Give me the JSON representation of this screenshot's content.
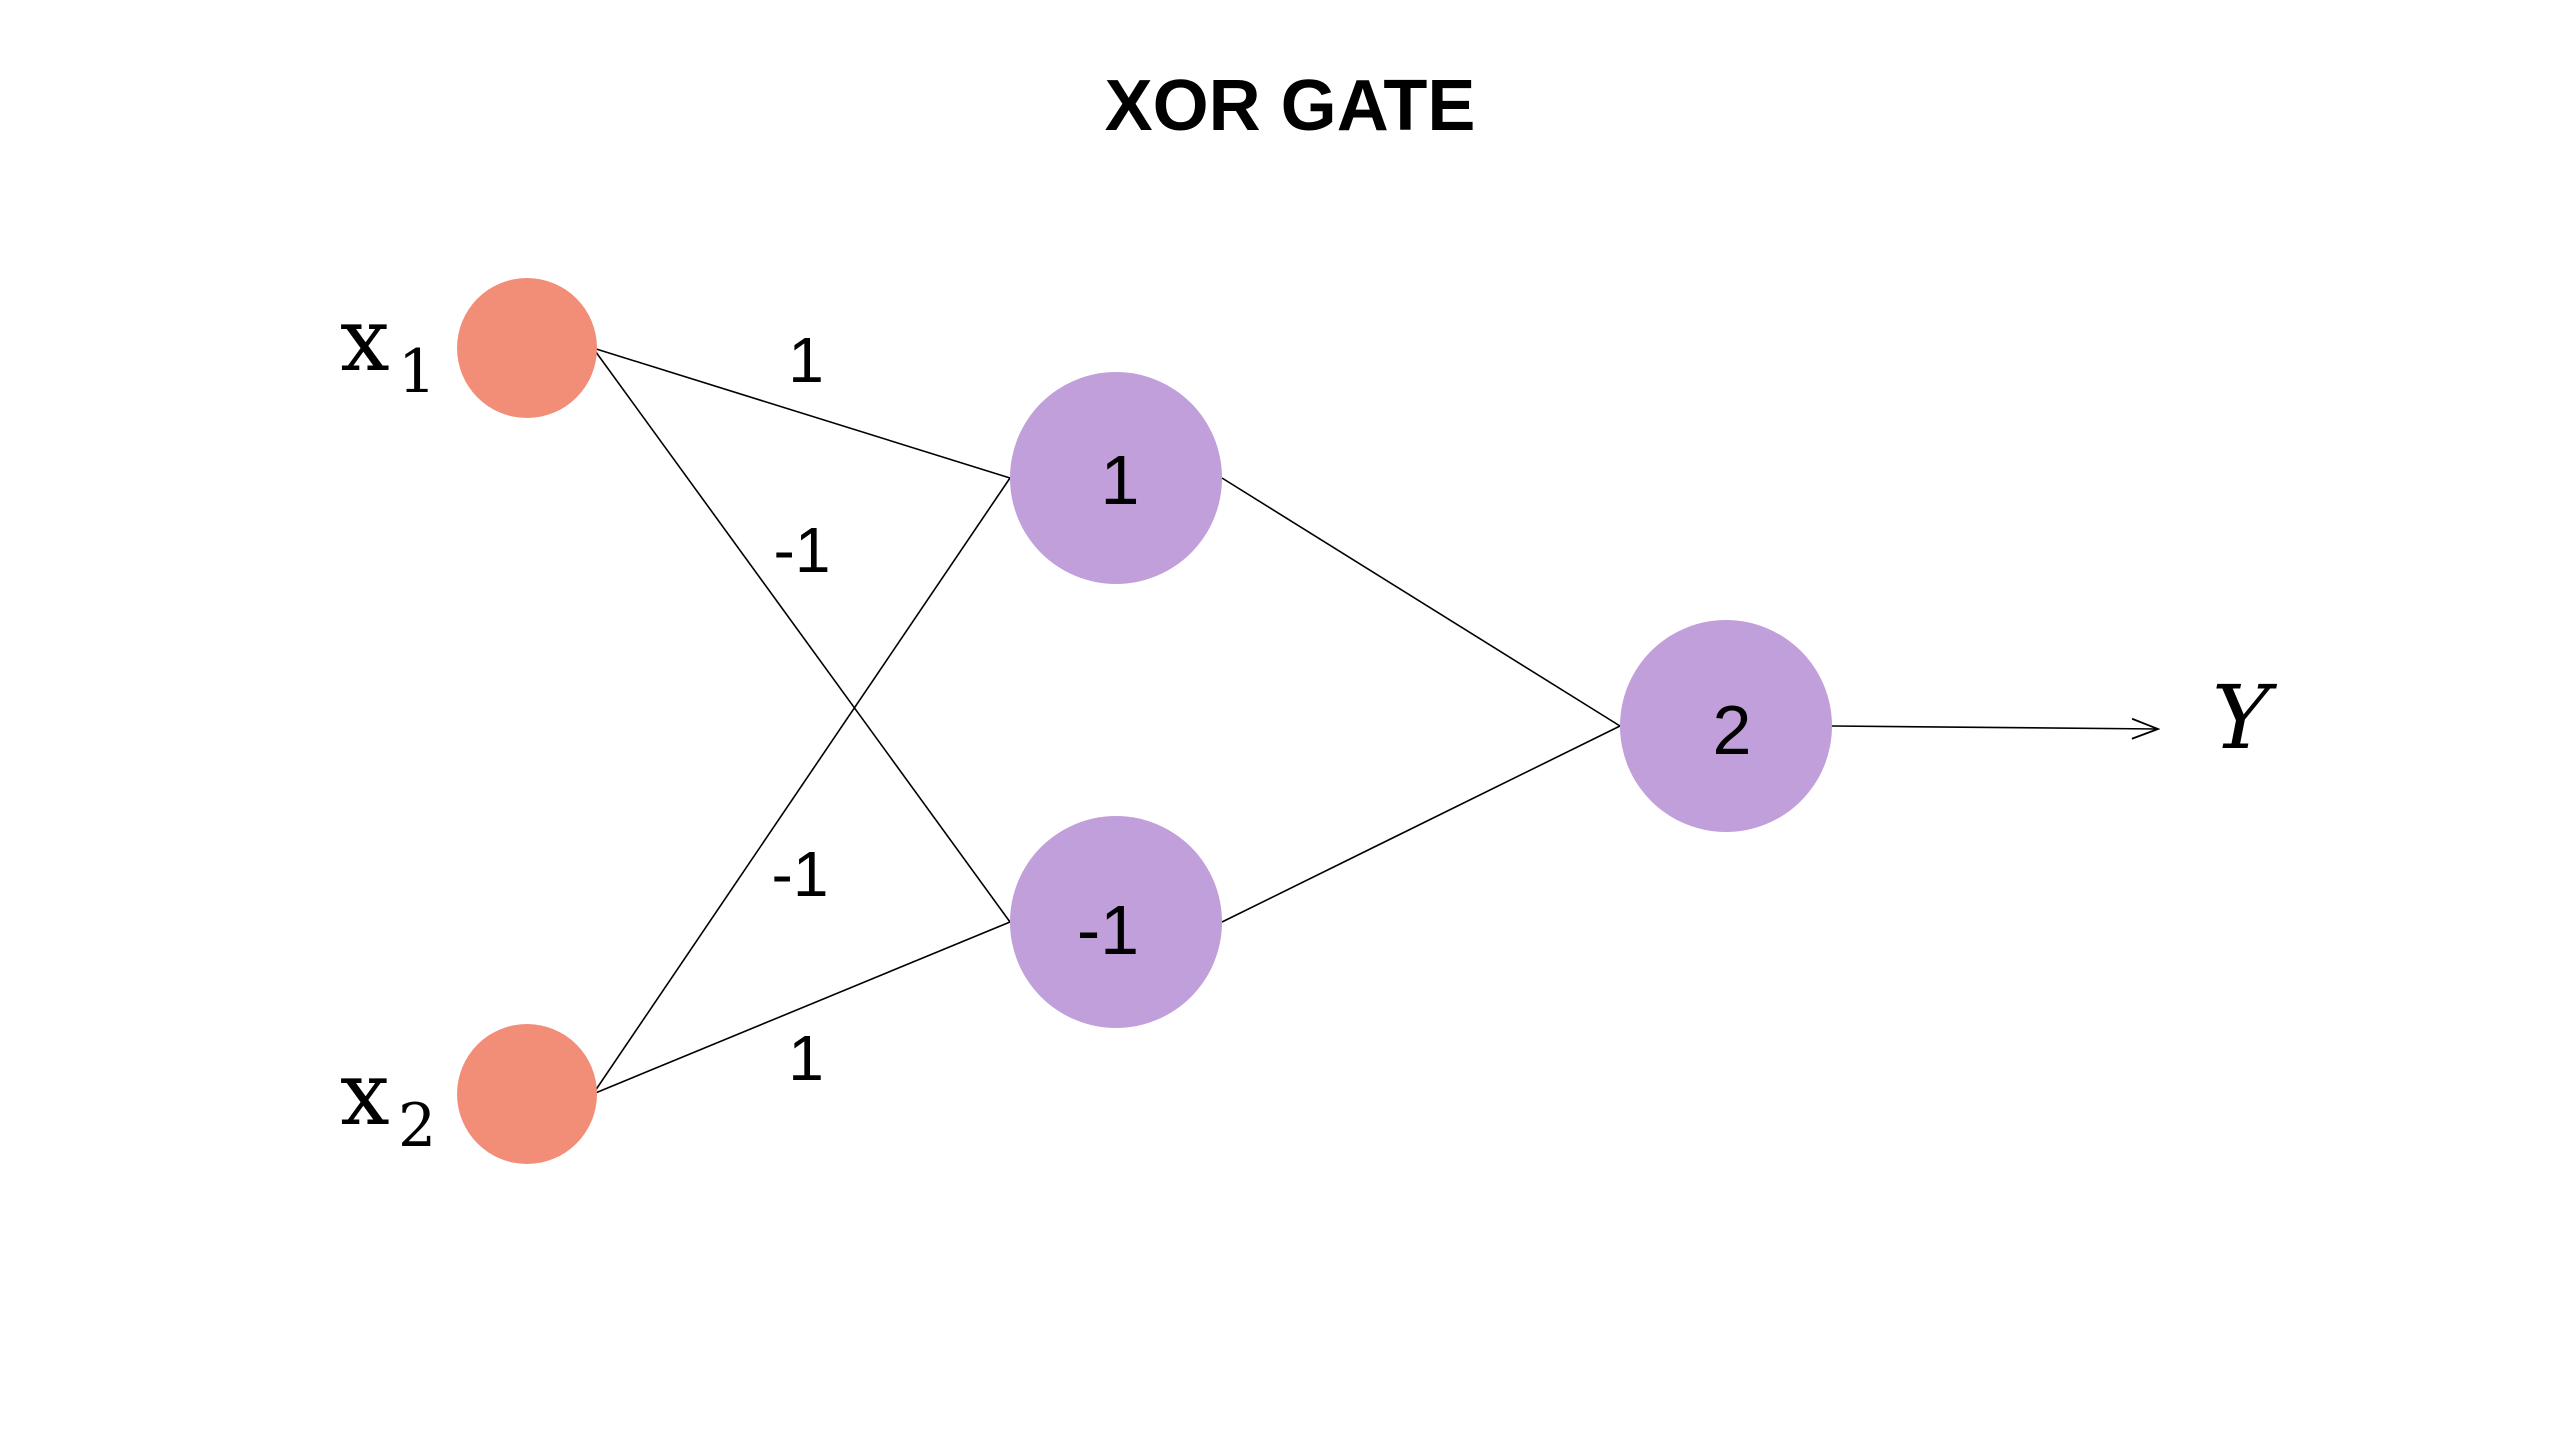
{
  "title": "XOR GATE",
  "colors": {
    "input_node": "#f28e77",
    "hidden_node": "#c19fda",
    "edge": "#000000",
    "background": "#ffffff"
  },
  "inputs": [
    {
      "var": "x",
      "sub": "1"
    },
    {
      "var": "x",
      "sub": "2"
    }
  ],
  "hidden_nodes": [
    {
      "label": "1"
    },
    {
      "label": "-1"
    }
  ],
  "output_node": {
    "label": "2"
  },
  "output_symbol": "Y",
  "weights": {
    "x1_to_h1": "1",
    "x1_to_h2": "-1",
    "x2_to_h1": "-1",
    "x2_to_h2": "1"
  }
}
